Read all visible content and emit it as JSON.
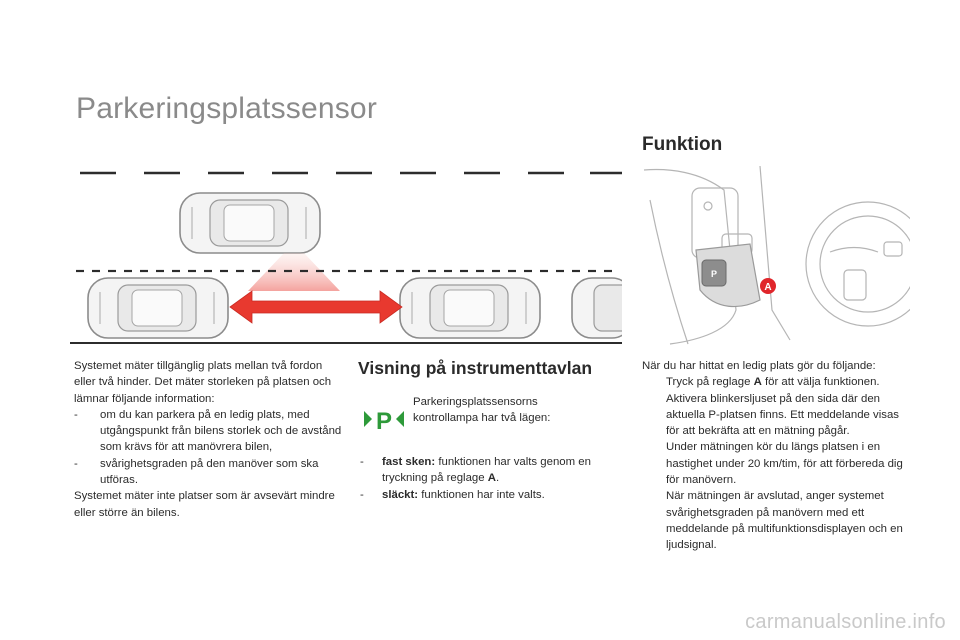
{
  "page": {
    "title": "Parkeringsplatssensor",
    "watermark": "carmanualsonline.info"
  },
  "funktion": {
    "heading": "Funktion",
    "callout_letter": "A",
    "intro": "När du har hittat en ledig plats gör du följande:",
    "step_marker": "",
    "steps": [
      [
        "Tryck på reglage ",
        "A",
        " för att välja funktionen."
      ],
      [
        "Aktivera blinkersljuset på den sida där den aktuella P-platsen finns. Ett meddelande visas för att bekräfta att en mätning pågår."
      ],
      [
        "Under mätningen kör du längs platsen i en hastighet under 20 km/tim, för att förbereda dig för manövern."
      ],
      [
        "När mätningen är avslutad, anger systemet svårighetsgraden på manövern med ett meddelande på multifunktionsdisplayen och en ljudsignal."
      ]
    ]
  },
  "description": {
    "para1": "Systemet mäter tillgänglig plats mellan två fordon eller två hinder. Det mäter storleken på platsen och lämnar följande information:",
    "bullet_marker": "-",
    "bullets": [
      "om du kan parkera på en ledig plats, med utgångspunkt från bilens storlek och de avstånd som krävs för att manövrera bilen,",
      "svårighetsgraden på den manöver som ska utföras."
    ],
    "para2": "Systemet mäter inte platser som är avsevärt mindre eller större än bilens."
  },
  "visning": {
    "heading": "Visning på instrumenttavlan",
    "intro": "Parkeringsplatssensorns kontrollampa har två lägen:",
    "icon_letter": "P",
    "icon_color": "#2e9a3a",
    "items": [
      {
        "term": "fast sken:",
        "desc": " funktionen har valts genom en tryckning på reglage ",
        "ref": "A",
        "end": "."
      },
      {
        "term": "släckt:",
        "desc": " funktionen har inte valts.",
        "ref": "",
        "end": ""
      }
    ]
  },
  "colors": {
    "title_gray": "#8a8a8a",
    "callout_red": "#e0262b",
    "arrow_red": "#e8392f"
  }
}
